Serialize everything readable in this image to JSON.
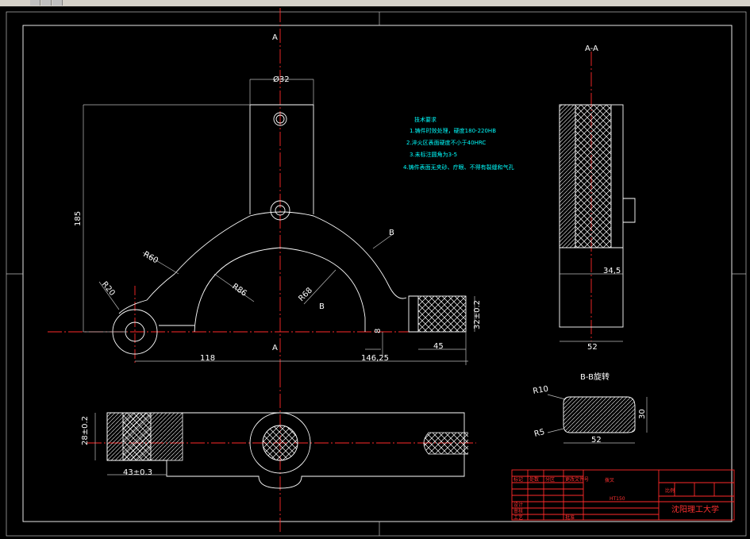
{
  "drawing": {
    "section_labels": {
      "a_top": "A",
      "a_bottom": "A",
      "aa": "A-A",
      "b_upper": "B",
      "b_lower": "B",
      "bb": "B-B旋转"
    },
    "dims": {
      "d32": "Ø32",
      "d185": "185",
      "r60a": "R60",
      "r20": "R20",
      "r86": "R86",
      "r68": "R68",
      "d118": "118",
      "d146": "146,25",
      "d45": "45",
      "d32tol": "32±0.2",
      "d8": "8",
      "d34": "34,5",
      "d52a": "52",
      "r10": "R10",
      "r5": "R5",
      "d30": "30",
      "d52b": "52",
      "d28": "28±0.2",
      "d43": "43±0.3"
    },
    "notes": {
      "title": "技术要求",
      "items": [
        "1.铸件时效处理，硬度180-220HB",
        "2.淬火区表面硬度不小于40HRC",
        "3.未标注圆角为3-5",
        "4.铸件表面无夹砂、疗眼、不得有裂缝和气孔"
      ]
    }
  },
  "title_block": {
    "part_name": "拨叉",
    "material": "HT150",
    "school": "沈阳理工大学",
    "scale_label": "比例",
    "label_cells": [
      "标记",
      "处数",
      "分区",
      "更改文件号",
      "签名",
      "年月日"
    ],
    "bottom_labels": [
      "设计",
      "审核",
      "工艺",
      "批准"
    ]
  }
}
